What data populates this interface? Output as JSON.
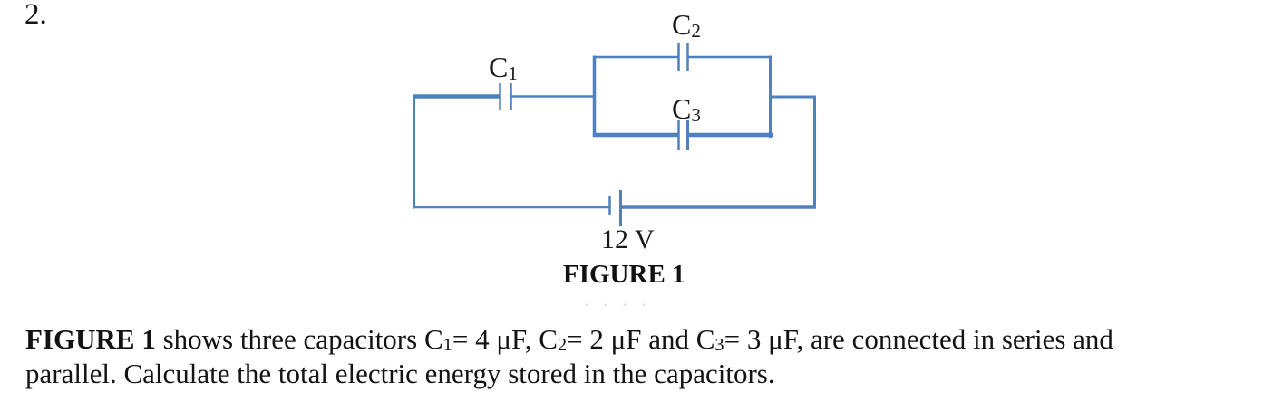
{
  "page": {
    "question_number": "2."
  },
  "figure": {
    "wire_color": "#4f81bd",
    "caption": "FIGURE 1",
    "battery_label": "12 V",
    "faint_dots": ". . . .",
    "labels": {
      "c1": {
        "base": "C",
        "sub": "1"
      },
      "c2": {
        "base": "C",
        "sub": "2"
      },
      "c3": {
        "base": "C",
        "sub": "3"
      }
    }
  },
  "statement": {
    "bold_prefix": "FIGURE 1",
    "s1": " shows three capacitors C",
    "sub1": "1",
    "s2": "= 4 μF, C",
    "sub2": "2",
    "s3": "= 2 μF and C",
    "sub3": "3",
    "s4": "= 3 μF, are connected in series and",
    "s5": "parallel. Calculate the total electric energy stored in the capacitors."
  }
}
